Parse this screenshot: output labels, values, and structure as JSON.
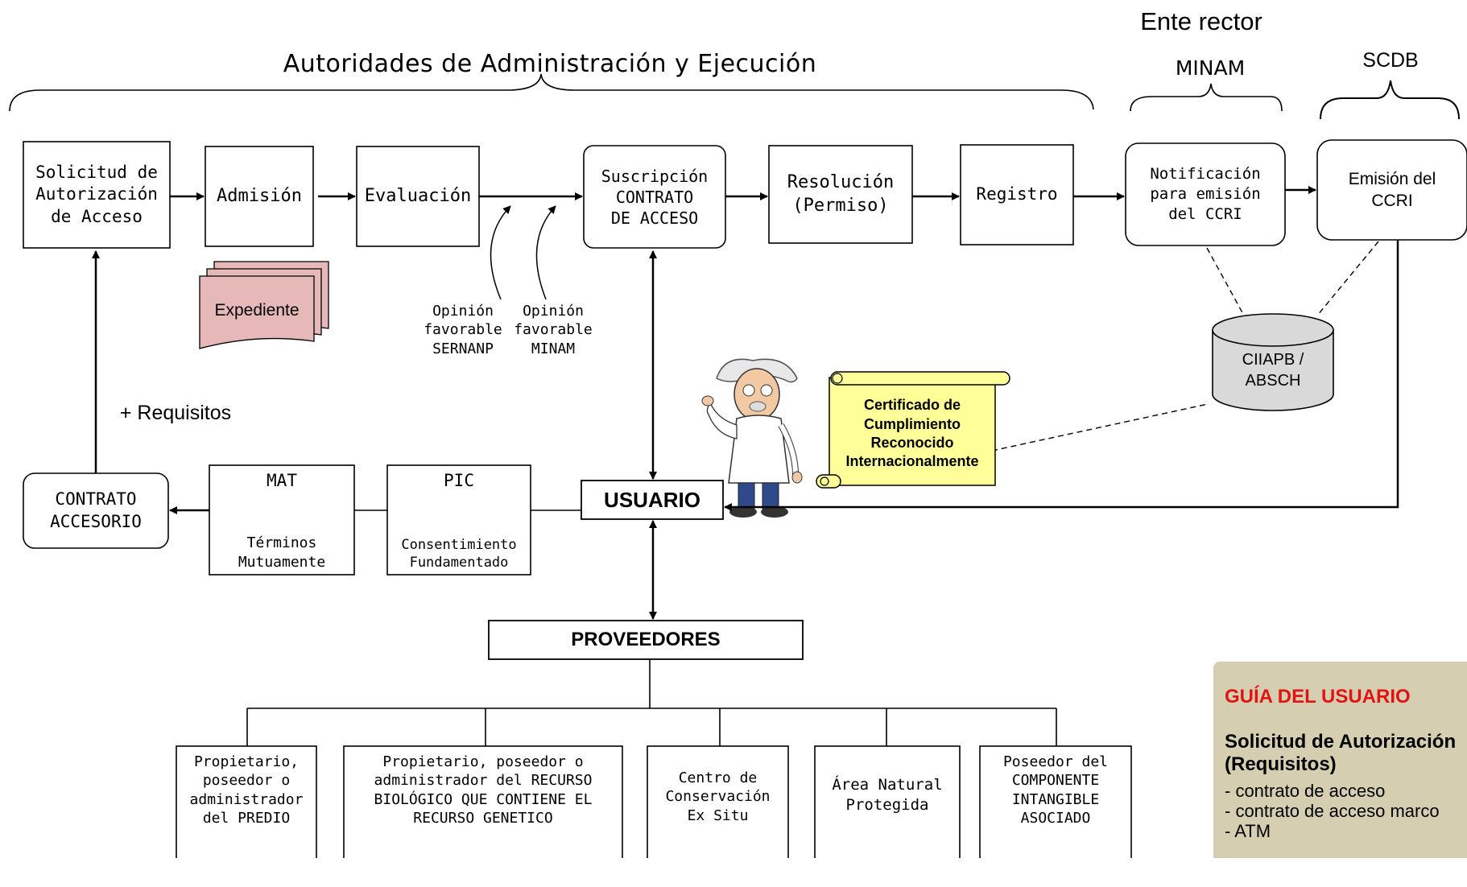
{
  "headers": {
    "autoridades": "Autoridades de Administración y Ejecución",
    "ente_rector": "Ente rector",
    "minam": "MINAM",
    "scdb": "SCDB"
  },
  "process": {
    "solicitud": [
      "Solicitud de",
      "Autorización",
      "de Acceso"
    ],
    "admision": "Admisión",
    "evaluacion": "Evaluación",
    "suscripcion": [
      "Suscripción",
      "CONTRATO",
      "DE ACCESO"
    ],
    "resolucion": [
      "Resolución",
      "(Permiso)"
    ],
    "registro": "Registro",
    "notificacion": [
      "Notificación",
      "para emisión",
      "del CCRI"
    ],
    "emision": [
      "Emisión del",
      "CCRI"
    ]
  },
  "expediente": "Expediente",
  "opinion_sernanp": [
    "Opinión",
    "favorable",
    "SERNANP"
  ],
  "opinion_minam": [
    "Opinión",
    "favorable",
    "MINAM"
  ],
  "database": [
    "CIIAPB /",
    "ABSCH"
  ],
  "certificado": [
    "Certificado de",
    "Cumplimiento",
    "Reconocido",
    "Internacionalmente"
  ],
  "requisitos": "+ Requisitos",
  "contrato_accesorio": [
    "CONTRATO",
    "ACCESORIO"
  ],
  "mat": [
    "MAT",
    "Términos",
    "Mutuamente"
  ],
  "pic": [
    "PIC",
    "Consentimiento",
    "Fundamentado"
  ],
  "usuario": "USUARIO",
  "proveedores": "PROVEEDORES",
  "providers": [
    [
      "Propietario,",
      "poseedor o",
      "administrador",
      "del PREDIO"
    ],
    [
      "Propietario, poseedor o",
      "administrador del RECURSO",
      "BIOLÓGICO QUE CONTIENE EL",
      "RECURSO GENETICO"
    ],
    [
      "Centro de",
      "Conservación",
      "Ex Situ"
    ],
    [
      "Área Natural",
      "Protegida"
    ],
    [
      "Poseedor del",
      "COMPONENTE",
      "INTANGIBLE",
      "ASOCIADO"
    ]
  ],
  "guia": {
    "title": "GUÍA DEL USUARIO",
    "subtitle": [
      "Solicitud de Autorización",
      "(Requisitos)"
    ],
    "items": [
      "- contrato de acceso",
      "- contrato de acceso marco",
      "- ATM"
    ]
  },
  "colors": {
    "expediente_fill": "#e6b8b8",
    "certificado_fill": "#ffff99",
    "database_fill": "#d9d9d9",
    "guia_bg": "#d6ceb0",
    "guia_title": "#e01414"
  },
  "icons": {
    "scientist": "scientist-cartoon-icon"
  }
}
